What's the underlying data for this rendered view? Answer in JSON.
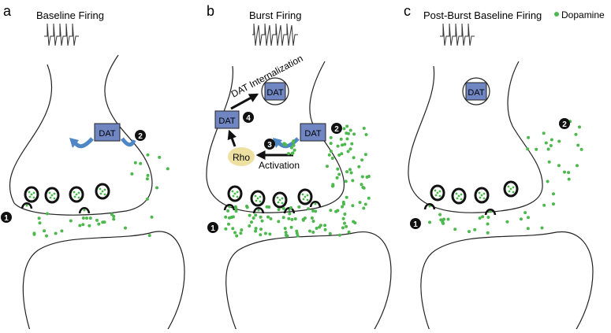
{
  "panels": [
    {
      "letter": "a",
      "title": "Baseline Firing"
    },
    {
      "letter": "b",
      "title": "Burst Firing"
    },
    {
      "letter": "c",
      "title": "Post-Burst Baseline Firing"
    }
  ],
  "legend": {
    "label": "Dopamine",
    "color": "#4db84d"
  },
  "labels": {
    "dat": "DAT",
    "rho": "Rho",
    "activation": "Activation",
    "internalization": "DAT Internalization"
  },
  "markers": [
    "1",
    "2",
    "3",
    "4"
  ],
  "colors": {
    "dat_fill": "#6f86c2",
    "arrow_blue": "#4f86c6",
    "rho_fill": "#eee0a0",
    "dopamine": "#4db84d",
    "outline": "#222222"
  }
}
